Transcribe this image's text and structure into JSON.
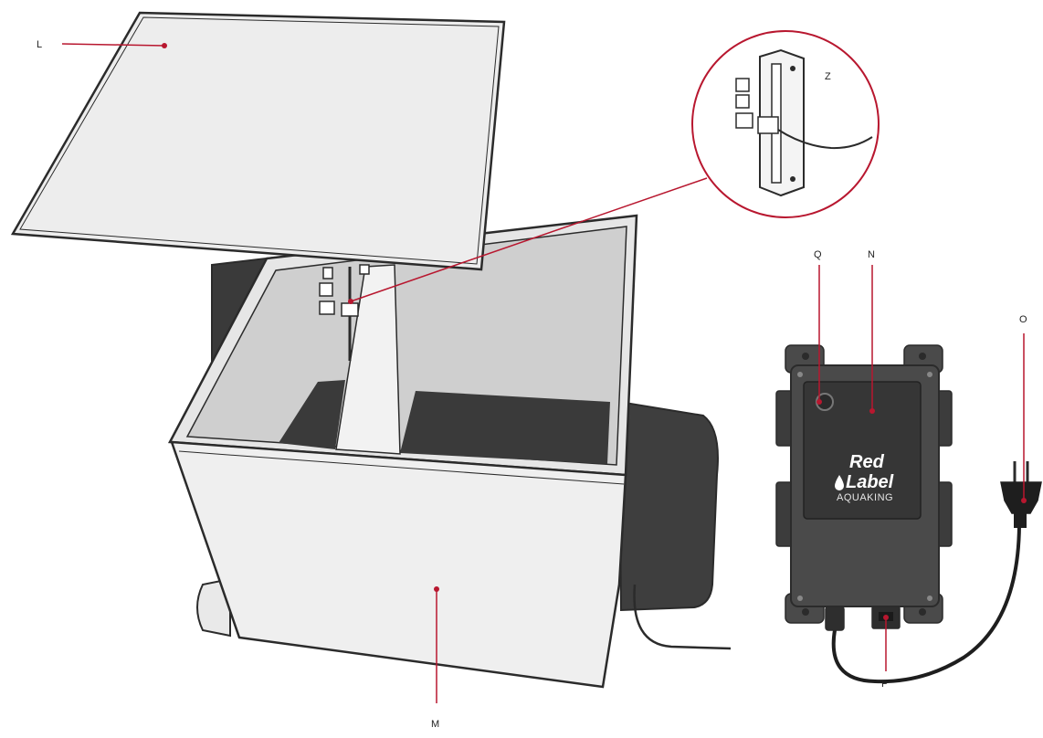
{
  "labels": {
    "lid": "L",
    "tank": "M",
    "controller": "N",
    "power_cord": "O",
    "output_socket": "P",
    "indicator_light": "Q",
    "float_switch_detail": "Z"
  },
  "branding": {
    "line1": "Red",
    "line2": "Label",
    "line3": "AQUAKING"
  },
  "colors": {
    "callout_line": "#b8172f",
    "outline": "#2b2b2b",
    "tank_fill": "#efefef",
    "tank_dark": "#3e3e3e",
    "controller_body": "#4a4a4a",
    "controller_panel": "#363636"
  }
}
